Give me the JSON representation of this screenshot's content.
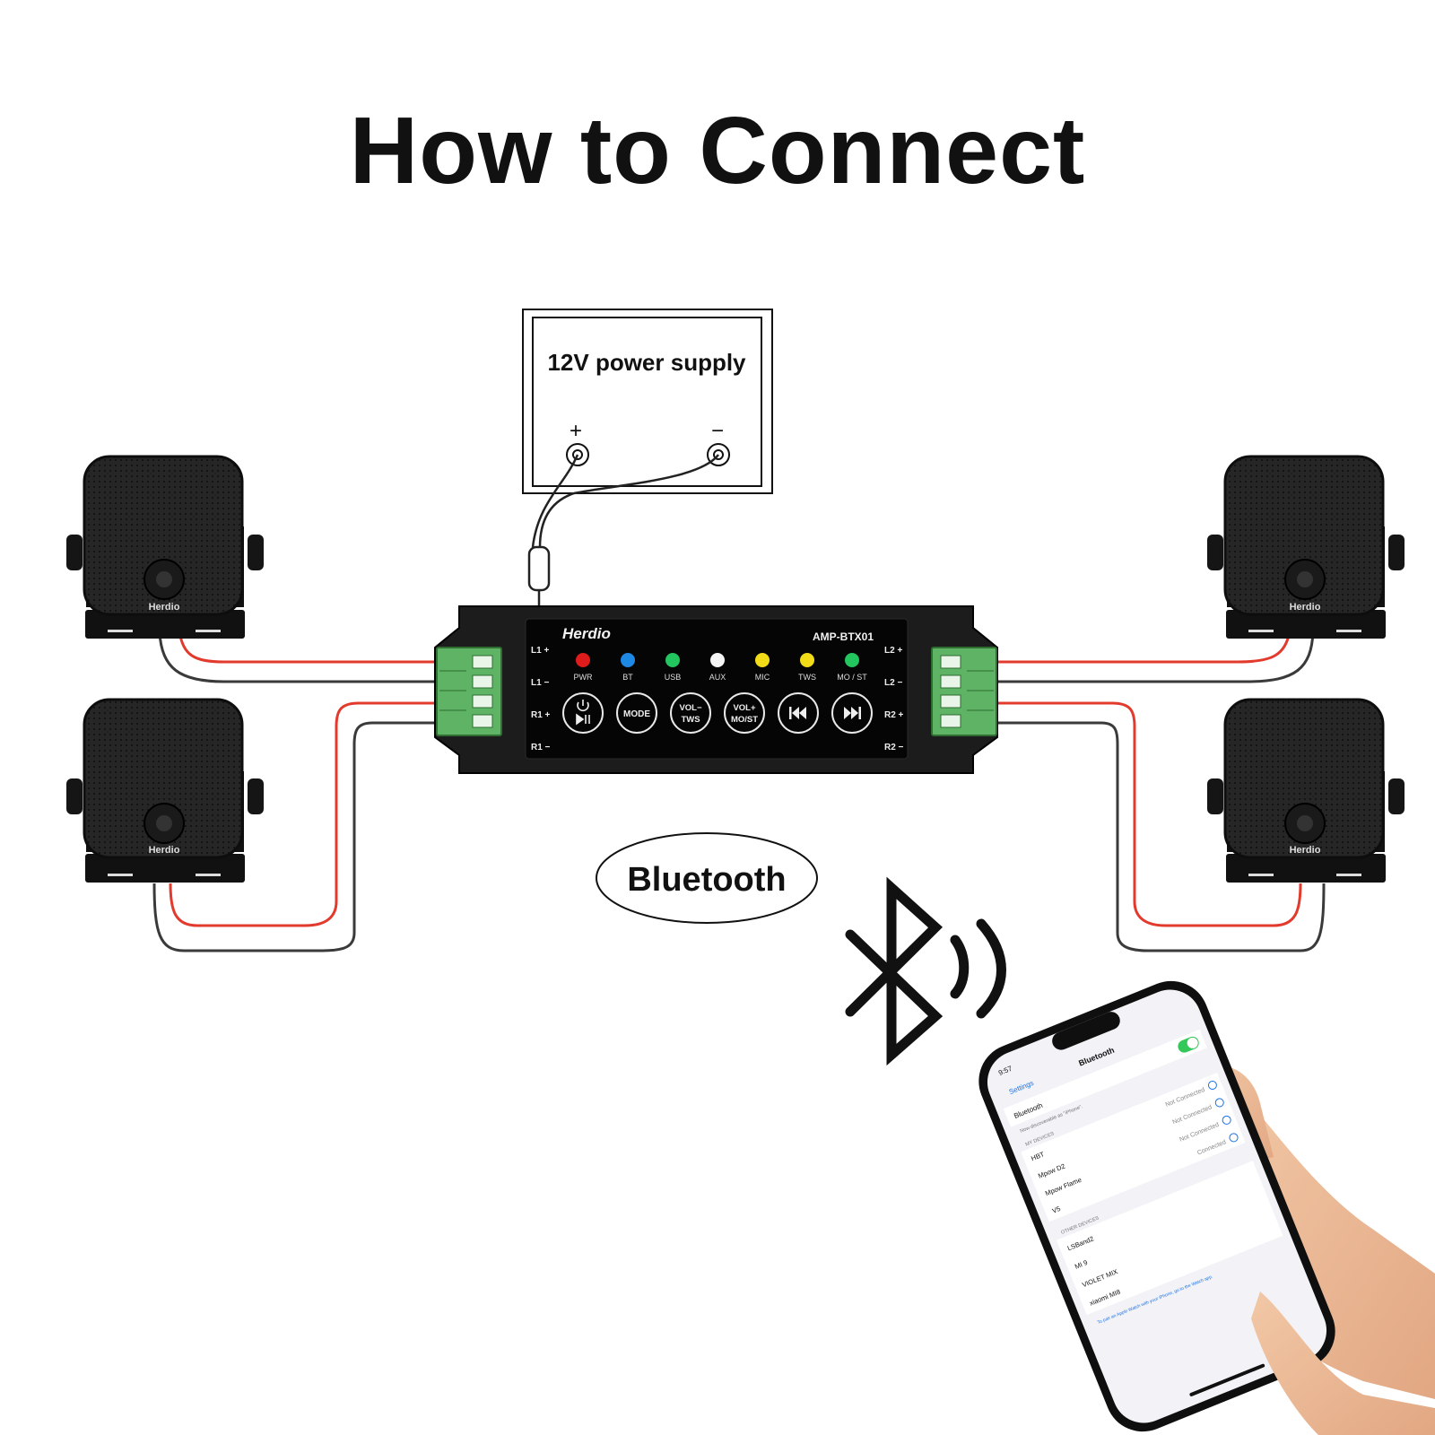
{
  "title": "How to Connect",
  "power_supply": {
    "label": "12V power supply",
    "plus": "+",
    "minus": "−"
  },
  "amp": {
    "brand": "Herdio",
    "model": "AMP-BTX01",
    "left_terminals": [
      "L1 +",
      "L1 −",
      "R1 +",
      "R1 −"
    ],
    "right_terminals": [
      "L2 +",
      "L2 −",
      "R2 +",
      "R2 −"
    ],
    "indicators": [
      {
        "label": "PWR",
        "color": "#e01b1b"
      },
      {
        "label": "BT",
        "color": "#1e88e5"
      },
      {
        "label": "USB",
        "color": "#22c55e"
      },
      {
        "label": "AUX",
        "color": "#f5f5f5"
      },
      {
        "label": "MIC",
        "color": "#f2dc17"
      },
      {
        "label": "TWS",
        "color": "#f2dc17"
      },
      {
        "label": "MO / ST",
        "color": "#22c55e"
      }
    ],
    "buttons": [
      {
        "name": "power-play-button",
        "line1": "",
        "line2": "",
        "icon": "power-play-icon"
      },
      {
        "name": "mode-button",
        "line1": "MODE",
        "line2": ""
      },
      {
        "name": "vol-down-tws-button",
        "line1": "VOL−",
        "line2": "TWS"
      },
      {
        "name": "vol-up-most-button",
        "line1": "VOL+",
        "line2": "MO/ST"
      },
      {
        "name": "previous-button",
        "line1": "",
        "line2": "",
        "icon": "previous-icon"
      },
      {
        "name": "next-button",
        "line1": "",
        "line2": "",
        "icon": "next-icon"
      }
    ]
  },
  "speaker_brand": "Herdio",
  "bluetooth_label": "Bluetooth",
  "phone": {
    "time": "9:57",
    "back": "Settings",
    "screen_title": "Bluetooth",
    "bluetooth_row": "Bluetooth",
    "discoverable": "Now discoverable as \"iPhone\".",
    "my_devices_header": "MY DEVICES",
    "my_devices": [
      {
        "name": "HBT",
        "status": "Not Connected"
      },
      {
        "name": "Mpow D2",
        "status": "Not Connected"
      },
      {
        "name": "Mpow Flame",
        "status": "Not Connected"
      },
      {
        "name": "V5",
        "status": "Connected"
      }
    ],
    "other_devices_header": "OTHER DEVICES",
    "other_devices": [
      "LSBand2",
      "MI 9",
      "VIOLET MIX",
      "xiaomi MI8"
    ],
    "footer": "To pair an Apple Watch with your iPhone, go to the Watch app."
  },
  "colors": {
    "wire_red": "#e23b2e",
    "wire_black": "#3a3a3a",
    "terminal_green": "#5fb365",
    "amp_body": "#1c1c1c"
  }
}
